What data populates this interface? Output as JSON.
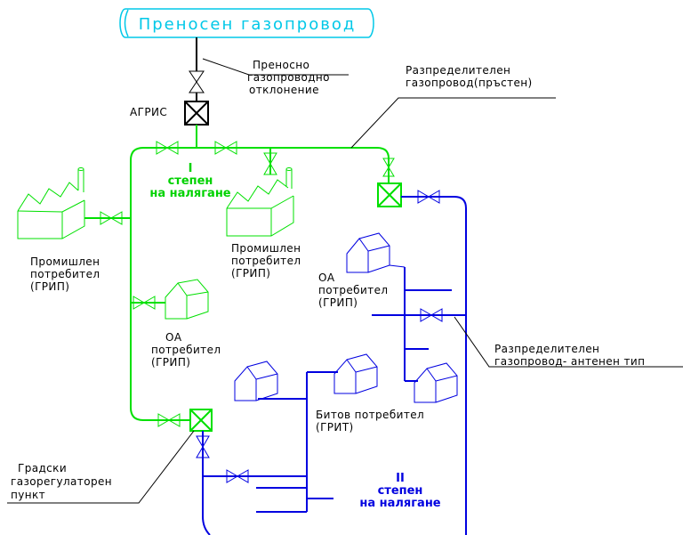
{
  "colors": {
    "transmission": "#00c8e8",
    "first_stage": "#00e000",
    "second_stage": "#0000e0",
    "annotation": "#000000"
  },
  "labels": {
    "transmission_pipeline": "Преносен газопровод",
    "branch_1": "Преносно",
    "branch_2": "газопроводно",
    "branch_3": "отклонение",
    "agris": "АГРИС",
    "ring_1": "Разпределителен",
    "ring_2": "газопровод(пръстен)",
    "stage1_num": "I",
    "stage1_a": "степен",
    "stage1_b": "на налягане",
    "ind_left_1": "Промишлен",
    "ind_left_2": "потребител",
    "ind_left_3": "(ГРИП)",
    "ind_mid_1": "Промишлен",
    "ind_mid_2": "потребител",
    "ind_mid_3": "(ГРИП)",
    "oa_left_1": "ОА",
    "oa_left_2": "потребител",
    "oa_left_3": "(ГРИП)",
    "oa_right_1": "ОА",
    "oa_right_2": "потребител",
    "oa_right_3": "(ГРИП)",
    "antenna_1": "Разпределителен",
    "antenna_2": "газопровод- антенен тип",
    "domestic_1": "Битов потребител",
    "domestic_2": "(ГРИТ)",
    "grp_1": "Градски",
    "grp_2": "газорегулаторен",
    "grp_3": "пункт",
    "stage2_num": "II",
    "stage2_a": "степен",
    "stage2_b": "на налягане"
  }
}
